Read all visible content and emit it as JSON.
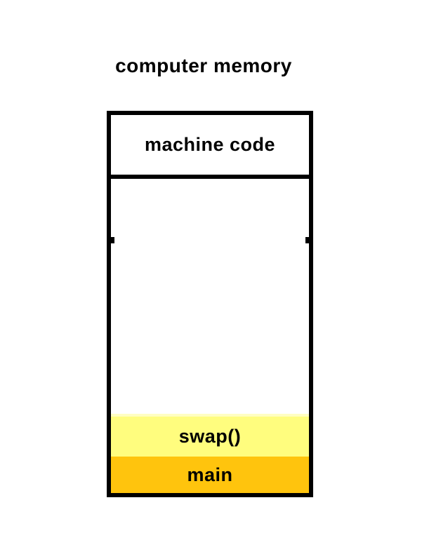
{
  "page": {
    "background": "#ffffff"
  },
  "diagram": {
    "title": "computer memory",
    "memory_box": {
      "border_color": "#000000",
      "separator_color": "#000000",
      "sections": [
        {
          "name": "machine-code",
          "label": "machine code",
          "fill": "#ffffff"
        },
        {
          "name": "free-space",
          "label": "",
          "fill": "#ffffff"
        },
        {
          "name": "swap",
          "label": "swap()",
          "fill": "#fffd7e",
          "top_edge": "#fffec2"
        },
        {
          "name": "main",
          "label": "main",
          "fill": "#ffc40d"
        }
      ]
    }
  }
}
